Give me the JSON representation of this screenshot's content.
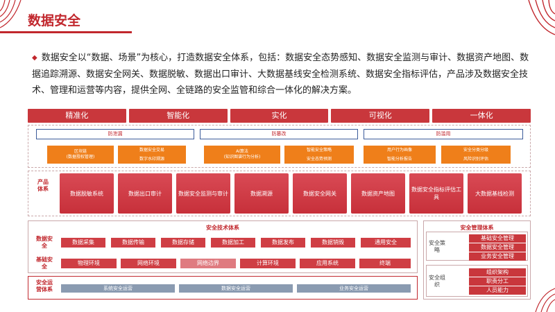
{
  "title": "数据安全",
  "intro": "数据安全以“数据、场景”为核心，打造数据安全体系，包括：数据安全态势感知、数据安全监测与审计、数据资产地图、数据追踪溯源、数据安全网关、数据脱敏、数据出口审计、大数据基线安全检测系统、数据安全指标评估，产品涉及数据安全技术、管理和运营等内容，提供全网、全链路的安全监管和综合一体化的解决方案。",
  "top_row": [
    "精准化",
    "智能化",
    "实化",
    "可视化",
    "一体化"
  ],
  "protections": [
    "防泄漏",
    "防篡改",
    "防滥用"
  ],
  "orange_boxes": {
    "g1_big": [
      "区块链",
      "(数据授权管理)"
    ],
    "g1_top": "数据安全交易",
    "g1_bottom": "数字水印溯源",
    "g2_big": [
      "AI算法",
      "(知识图谱行为分析)"
    ],
    "g2_top": "智能安全策略",
    "g2_bottom": "安全态势预测",
    "g3_top1": "用户行为画像",
    "g3_bottom1": "智能分析报告",
    "g3_top2": "安全分类分级",
    "g3_bottom2": "风险识别评估"
  },
  "product_label": "产品体系",
  "products": [
    "数据脱敏系统",
    "数据出口审计",
    "数据安全监测与审计",
    "数据溯源",
    "数据安全网关",
    "数据资产地图",
    "数据安全指标评估工具",
    "大数据基线检测"
  ],
  "tech": {
    "title": "安全技术体系",
    "data_label": "数据安全",
    "data_items": [
      "数据采集",
      "数据传输",
      "数据存储",
      "数据加工",
      "数据发布",
      "数据销毁",
      "通用安全"
    ],
    "base_label": "基础安全",
    "base_items": [
      "物理环境",
      "网络环境",
      "网络边界",
      "计算环境",
      "应用系统",
      "终端"
    ]
  },
  "ops": {
    "label": "安全运营体系",
    "items": [
      "系统安全运营",
      "数据安全运营",
      "业务安全运营"
    ]
  },
  "mgmt": {
    "title": "安全管理体系",
    "policy_label": "安全策略",
    "policy_items": [
      "基础安全管理",
      "数据安全管理",
      "业务安全管理"
    ],
    "org_label": "安全组织",
    "org_items": [
      "组织架构",
      "职责分工",
      "人员能力"
    ]
  }
}
